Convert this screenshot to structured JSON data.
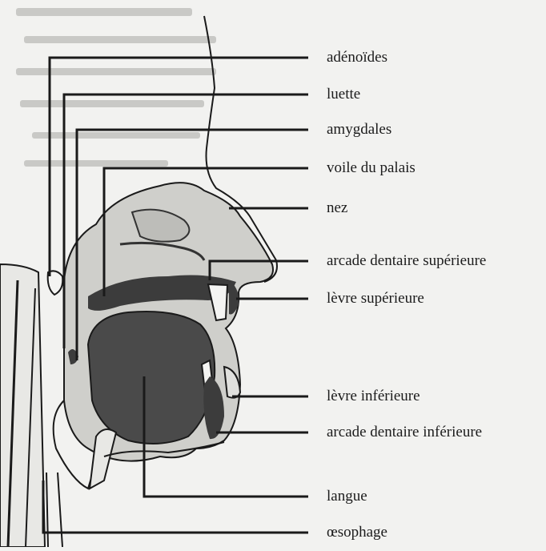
{
  "labels": {
    "adenoides": "adénoïdes",
    "luette": "luette",
    "amygdales": "amygdales",
    "voile": "voile du palais",
    "nez": "nez",
    "arcade_sup": "arcade dentaire supérieure",
    "levre_sup": "lèvre supérieure",
    "levre_inf": "lèvre inférieure",
    "arcade_inf": "arcade dentaire inférieure",
    "langue": "langue",
    "oesophage": "œsophage"
  },
  "colors": {
    "line": "#1a1a1a",
    "tissue": "#cfcfcb",
    "dark": "#3c3c3c",
    "tongue": "#4a4a4a"
  }
}
